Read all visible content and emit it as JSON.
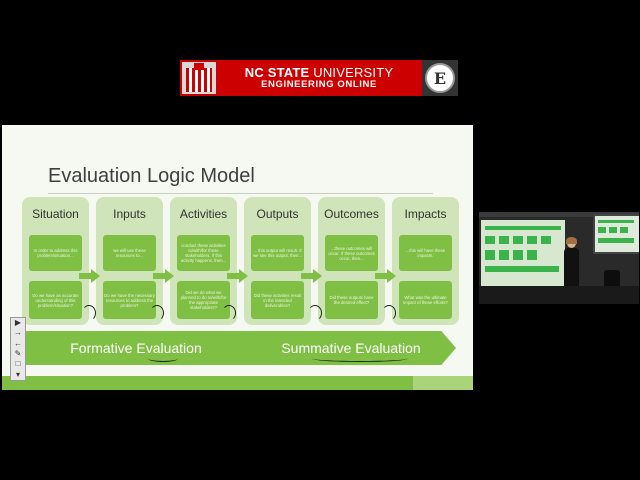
{
  "banner": {
    "line1_bold": "NC STATE",
    "line1_light": " UNIVERSITY",
    "line2": "ENGINEERING ONLINE",
    "logo_letter": "E"
  },
  "slide": {
    "title": "Evaluation Logic Model",
    "columns": [
      {
        "name": "Situation",
        "box1": "In order to address this problem/situation...",
        "box2": "Do we have an accurate understanding of this problem/situation?"
      },
      {
        "name": "Inputs",
        "box1": "we will use these resources to...",
        "box2": "Do we have the necessary resources to address the problem?"
      },
      {
        "name": "Activities",
        "box1": "conduct these activities to/with/for these stakeholders. If this activity happens, then...",
        "box2": "Did we do what we planned to do to/with/for the appropriate stakeholders?"
      },
      {
        "name": "Outputs",
        "box1": "... this output will result. If we see this output, then...",
        "box2": "Did these activities result in the intended deliverables?"
      },
      {
        "name": "Outcomes",
        "box1": "...these outcomes will occur. If these outcomes occur, then...",
        "box2": "Did these outputs have the desired effect?"
      },
      {
        "name": "Impacts",
        "box1": "...this will have these impacts.",
        "box2": "What was the ultimate impact of these efforts?"
      }
    ],
    "formative": "Formative Evaluation",
    "summative": "Summative Evaluation"
  },
  "toolbar": {
    "icons": [
      "pointer-icon",
      "arrow-right-icon",
      "arrow-left-icon",
      "pen-icon",
      "eraser-icon",
      "menu-icon"
    ]
  },
  "colors": {
    "banner_red": "#cc0000",
    "slide_green": "#7fbf44",
    "column_fill": "#cfe4b8"
  }
}
